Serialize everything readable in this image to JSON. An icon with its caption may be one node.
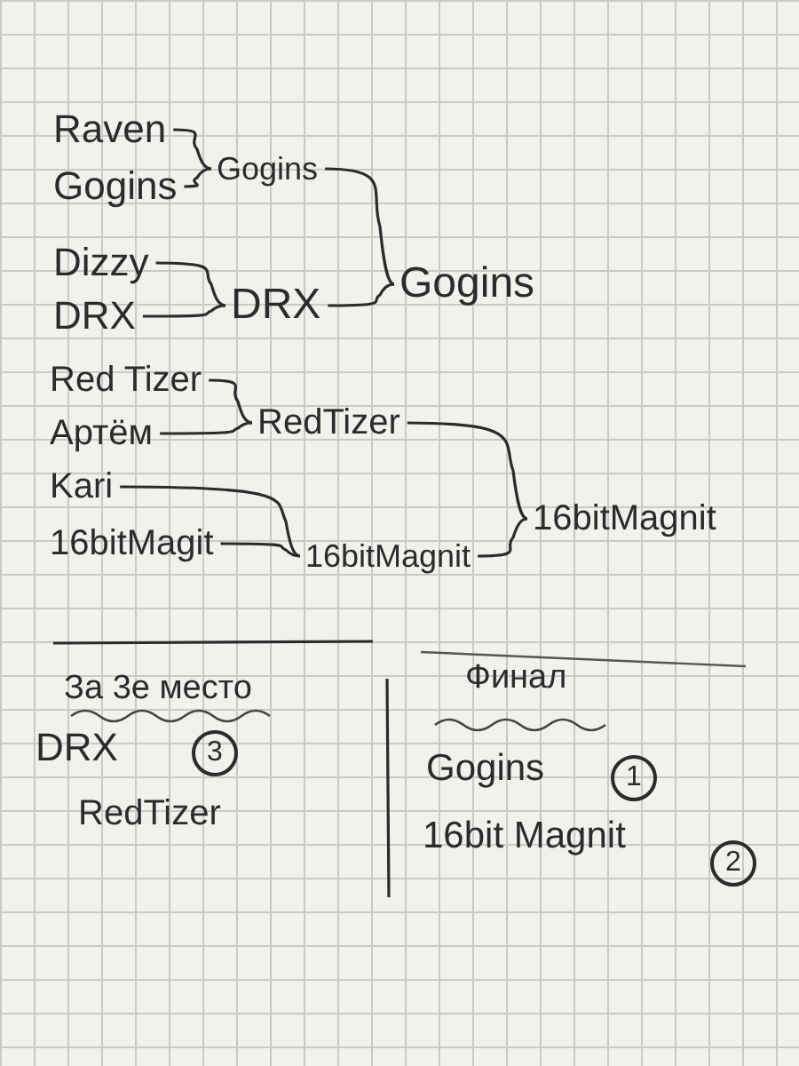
{
  "diagram": {
    "nodes": [
      {
        "text": [
          "Raven"
        ]
      },
      {
        "text": [
          "Gogins"
        ]
      },
      {
        "text": [
          "Dizzy"
        ]
      },
      {
        "text": [
          "DRX"
        ]
      },
      {
        "text": [
          "Red Tizer"
        ]
      },
      {
        "text": [
          "Артём"
        ]
      },
      {
        "text": [
          "Kari"
        ]
      },
      {
        "text": [
          "16bitMagit"
        ]
      },
      {
        "text": [
          "Gogins"
        ]
      },
      {
        "text": [
          "DRX"
        ]
      },
      {
        "text": [
          "RedTizer"
        ]
      },
      {
        "text": [
          "16bitMagnit"
        ]
      },
      {
        "text": [
          "Gogins"
        ]
      },
      {
        "text": [
          "16bitMagnit"
        ]
      }
    ],
    "edges": [
      {
        "from": 0,
        "to": 8,
        "arrow": "none"
      },
      {
        "from": 1,
        "to": 8,
        "arrow": "none"
      },
      {
        "from": 2,
        "to": 9,
        "arrow": "none"
      },
      {
        "from": 3,
        "to": 9,
        "arrow": "none"
      },
      {
        "from": 4,
        "to": 10,
        "arrow": "none"
      },
      {
        "from": 5,
        "to": 10,
        "arrow": "none"
      },
      {
        "from": 6,
        "to": 11,
        "arrow": "none"
      },
      {
        "from": 7,
        "to": 11,
        "arrow": "none"
      },
      {
        "from": 8,
        "to": 12,
        "arrow": "none"
      },
      {
        "from": 9,
        "to": 12,
        "arrow": "none"
      },
      {
        "from": 10,
        "to": 13,
        "arrow": "none"
      },
      {
        "from": 11,
        "to": 13,
        "arrow": "none"
      }
    ],
    "labels": [
      "За 3е место",
      "DRX",
      "3",
      "RedTizer",
      "Финал",
      "Gogins",
      "1",
      "16bit Magnit",
      "2"
    ]
  }
}
